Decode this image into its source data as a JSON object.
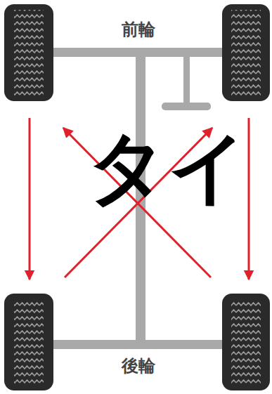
{
  "diagram": {
    "labels": [
      "前輪",
      "後輪",
      "タイ"
    ]
  }
}
